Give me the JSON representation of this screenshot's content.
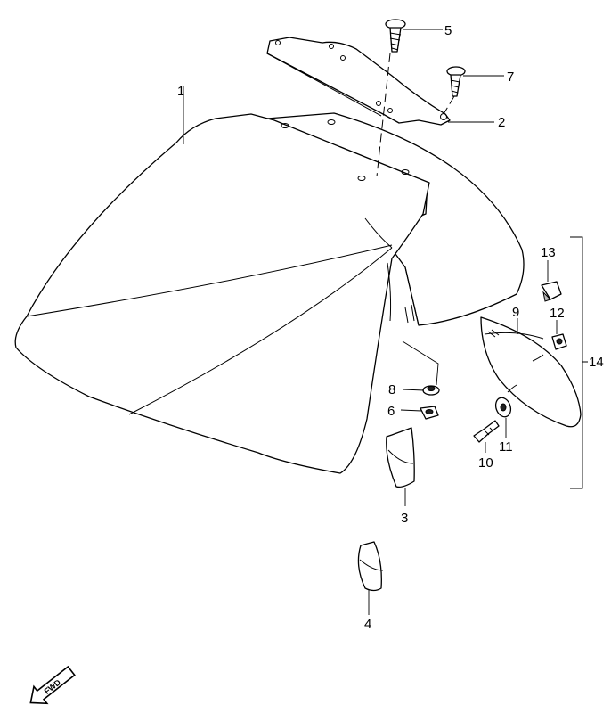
{
  "callouts": {
    "c1": "1",
    "c2": "2",
    "c3": "3",
    "c4": "4",
    "c5": "5",
    "c6": "6",
    "c7": "7",
    "c8": "8",
    "c9": "9",
    "c10": "10",
    "c11": "11",
    "c12": "12",
    "c13": "13",
    "c14": "14"
  },
  "fwd_label": "FWD"
}
